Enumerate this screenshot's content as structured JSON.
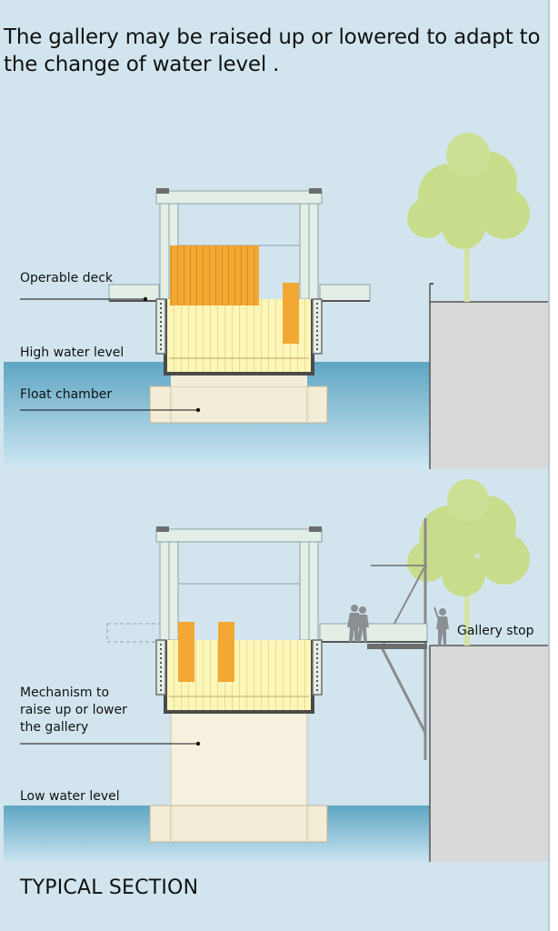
{
  "heading": "The gallery may be raised up or lowered to adapt to the change of water level .",
  "footer": "TYPICAL SECTION",
  "labels": {
    "operable_deck": "Operable deck",
    "high_water": "High water level",
    "float_chamber": "Float chamber",
    "mechanism": [
      "Mechanism to",
      "raise up or lower",
      "the gallery"
    ],
    "low_water": "Low water level",
    "gallery_stop": "Gallery stop"
  },
  "colors": {
    "background": "#d2e5ee",
    "water_top": "#5ea6c3",
    "water_bottom": "#cfe7f3",
    "bank": "#d9d9d9",
    "chamber": "#f3ecd6",
    "hull": "#fcf6b8",
    "panels": "#f2a833",
    "glass": "#e3efe6",
    "frame": "#6d6d6d",
    "tree": "#c7dd8c"
  }
}
